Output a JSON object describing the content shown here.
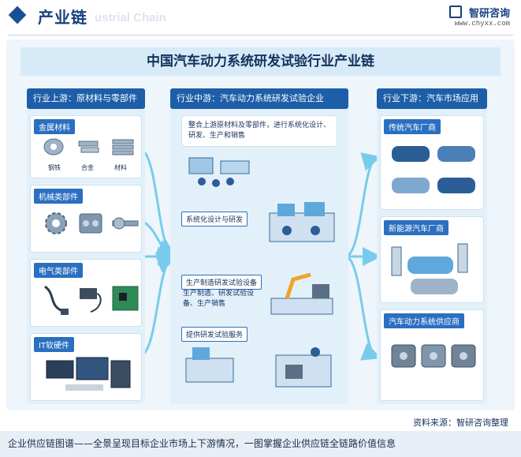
{
  "header": {
    "section_title": "产业链",
    "watermark_text": "ustrial Chain",
    "brand_name": "智研咨询",
    "brand_url": "www.chyxx.com"
  },
  "main_title": "中国汽车动力系统研发试验行业产业链",
  "upstream": {
    "heading": "行业上游：原材料与零部件供应商",
    "groups": [
      {
        "label": "金属材料",
        "items": [
          "钢铁",
          "合金",
          "材料"
        ]
      },
      {
        "label": "机械类部件"
      },
      {
        "label": "电气类部件"
      },
      {
        "label": "IT软硬件"
      }
    ]
  },
  "midstream": {
    "heading": "行业中游：汽车动力系统研发试验企业",
    "summary": "整合上游原材料及零部件，进行系统化设计、研发、生产和销售",
    "steps": [
      {
        "label": "系统化设计与研发"
      },
      {
        "label": "生产制造研发试验设备",
        "desc": "生产制造、研发试验设备、生产销售"
      },
      {
        "label": "提供研发试验服务"
      }
    ]
  },
  "downstream": {
    "heading": "行业下游：汽车市场应用",
    "groups": [
      {
        "label": "传统汽车厂商"
      },
      {
        "label": "新能源汽车厂商"
      },
      {
        "label": "汽车动力系统供应商"
      }
    ]
  },
  "footer": {
    "source": "资料来源：智研咨询整理",
    "tagline": "企业供应链图谱——全景呈现目标企业市场上下游情况，一图掌握企业供应链全链路价值信息"
  },
  "colors": {
    "primary": "#1d5ea8",
    "accent": "#2a6fc1",
    "background": "#eef5fb",
    "arrow": "#5bc3e8"
  }
}
